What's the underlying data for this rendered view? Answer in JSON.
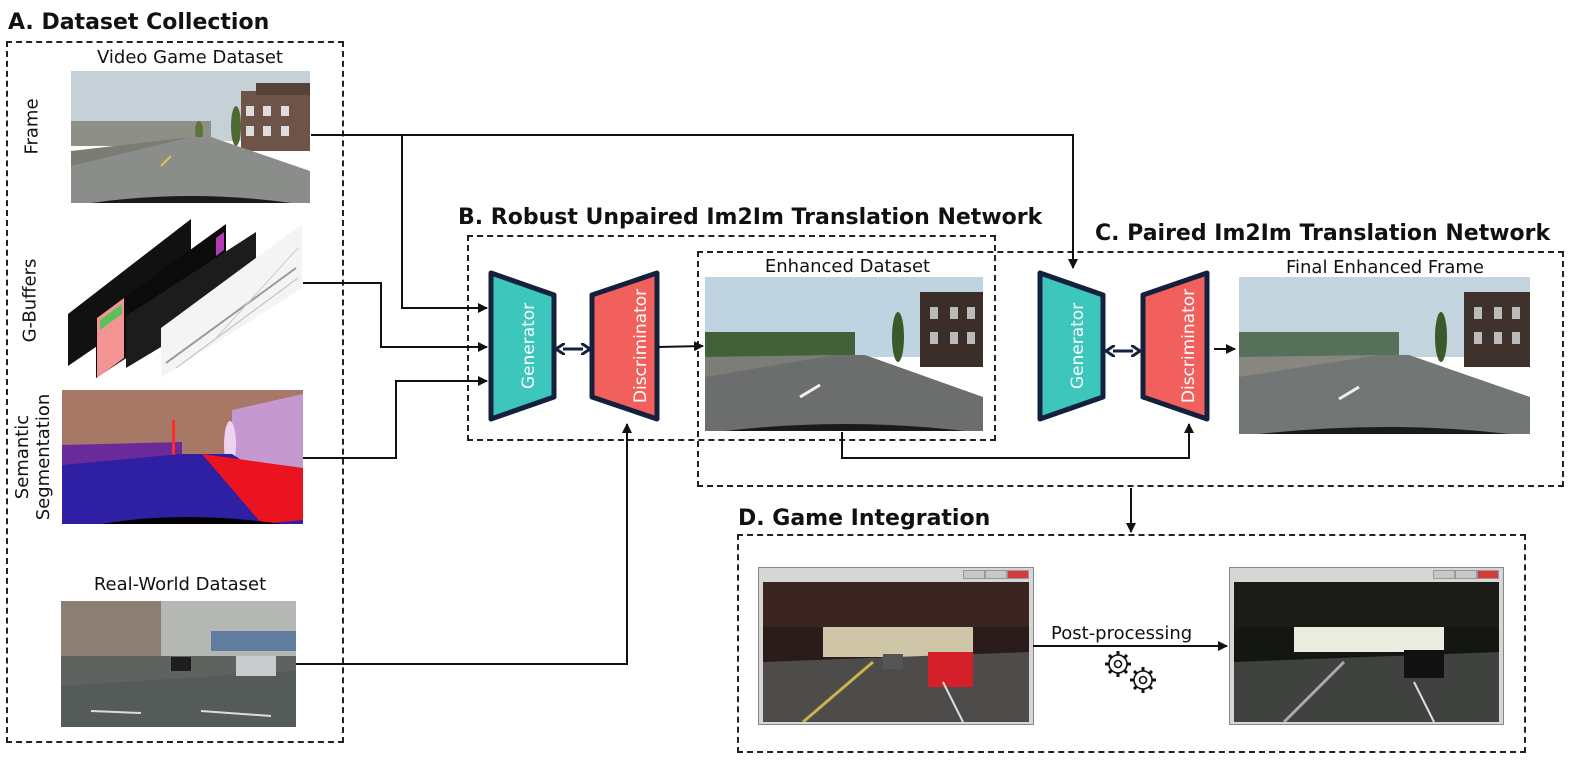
{
  "sections": {
    "a_title": "A. Dataset Collection",
    "b_title": "B. Robust Unpaired Im2Im Translation Network",
    "c_title": "C. Paired Im2Im Translation Network",
    "d_title": "D. Game Integration"
  },
  "captions": {
    "video_game_dataset": "Video Game Dataset",
    "real_world_dataset": "Real-World Dataset",
    "enhanced_dataset": "Enhanced Dataset",
    "final_enhanced_frame": "Final Enhanced Frame"
  },
  "row_labels": {
    "frame": "Frame",
    "gbuffers": "G-Buffers",
    "semantic_line1": "Semantic",
    "semantic_line2": "Segmentation"
  },
  "network_blocks": {
    "generator": "Generator",
    "discriminator": "Discriminator"
  },
  "game_integration": {
    "post_processing": "Post-processing"
  },
  "colors": {
    "generator": "#3dc6bb",
    "discriminator": "#f2605d",
    "block_border": "#14213d",
    "arrow": "#111111",
    "road": "#5f6468",
    "sky": "#c7d3da",
    "seg_road": "#2d1fa0",
    "seg_sidewalk": "#ec1321",
    "seg_sky": "#a6796a",
    "seg_building": "#c799d0"
  },
  "icons": [
    "double-arrow-icon",
    "gears-icon",
    "window-controls-icon"
  ]
}
